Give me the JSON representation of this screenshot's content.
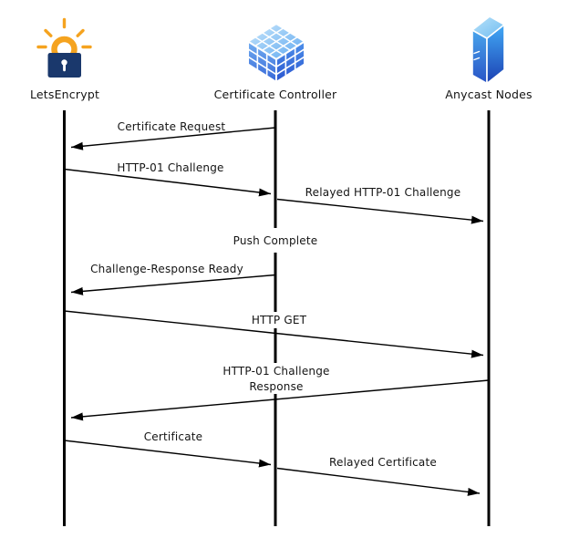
{
  "diagram": {
    "type": "sequence-diagram",
    "background_color": "#ffffff",
    "line_color": "#000000",
    "text_color": "#141414",
    "actors": [
      {
        "label": "LetsEncrypt",
        "icon": "letsencrypt-padlock-sun-icon",
        "icon_colors": {
          "sun_orange": "#F5A31F",
          "lock_navy": "#1A386C",
          "keyhole": "#FFFFFF"
        }
      },
      {
        "label": "Certificate Controller",
        "icon": "blue-cube-grid-icon",
        "icon_colors": {
          "light_blue": "#C2E4FA",
          "deep_blue": "#2A55CF"
        }
      },
      {
        "label": "Anycast Nodes",
        "icon": "blue-server-tower-icon",
        "icon_colors": {
          "light_blue": "#B9E2F9",
          "deep_blue": "#1C40B2"
        }
      }
    ],
    "messages": [
      {
        "label": "Certificate Request",
        "from": "Certificate Controller",
        "to": "LetsEncrypt"
      },
      {
        "label": "HTTP-01 Challenge",
        "from": "LetsEncrypt",
        "to": "Certificate Controller"
      },
      {
        "label": "Relayed HTTP-01 Challenge",
        "from": "Certificate Controller",
        "to": "Anycast Nodes"
      },
      {
        "label": "Push Complete",
        "kind": "status-on-lifeline",
        "on": "Certificate Controller"
      },
      {
        "label": "Challenge-Response Ready",
        "from": "Certificate Controller",
        "to": "LetsEncrypt"
      },
      {
        "label": "HTTP GET",
        "from": "LetsEncrypt",
        "to": "Anycast Nodes"
      },
      {
        "label": "HTTP-01 Challenge Response",
        "line1": "HTTP-01 Challenge",
        "line2": "Response",
        "from": "Anycast Nodes",
        "to": "LetsEncrypt"
      },
      {
        "label": "Certificate",
        "from": "LetsEncrypt",
        "to": "Certificate Controller"
      },
      {
        "label": "Relayed Certificate",
        "from": "Certificate Controller",
        "to": "Anycast Nodes"
      }
    ]
  }
}
